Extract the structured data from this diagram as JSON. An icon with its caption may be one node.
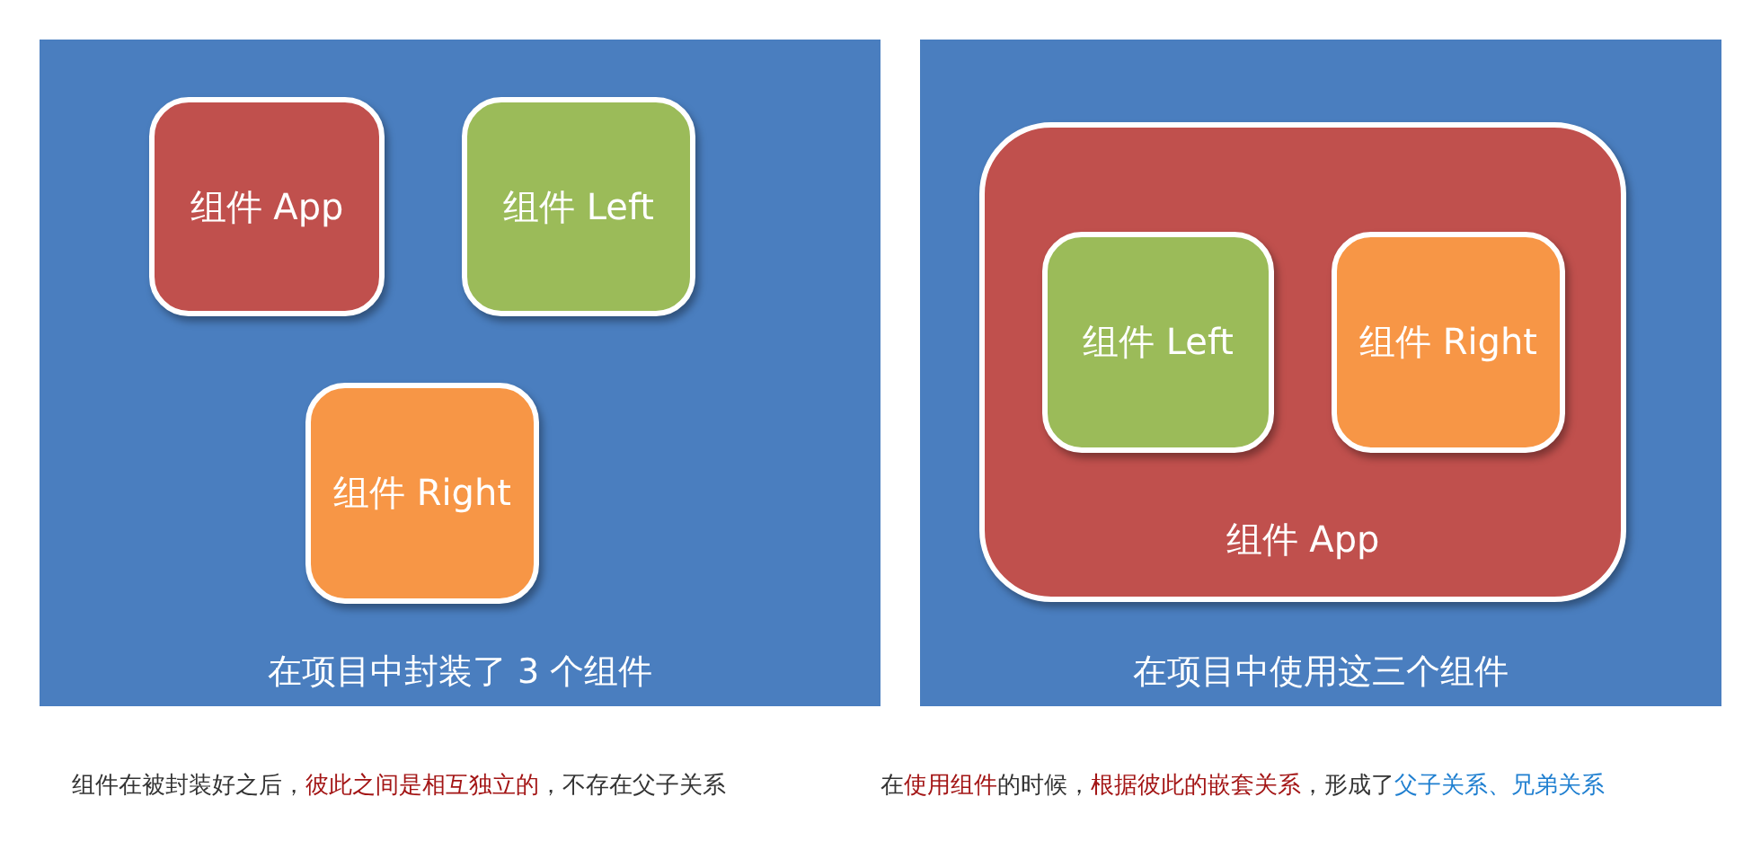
{
  "diagram": {
    "nodes": [
      {
        "text": [
          "在项目中封装了 3 个组件"
        ]
      },
      {
        "text": [
          "组件 App"
        ],
        "in": 0
      },
      {
        "text": [
          "组件 Left"
        ],
        "in": 0
      },
      {
        "text": [
          "组件 Right"
        ],
        "in": 0
      },
      {
        "text": [
          "在项目中使用这三个组件"
        ]
      },
      {
        "text": [
          "组件 App"
        ],
        "in": 4
      },
      {
        "text": [
          "组件 Left"
        ],
        "in": 5
      },
      {
        "text": [
          "组件 Right"
        ],
        "in": 5
      }
    ],
    "labels": [
      "组件在被封装好之后，**彼此之间是相互独立的**，不存在父子关系",
      "在**使用组件**的时候，**根据彼此的嵌套关系**，形成了**父子关系、兄弟关系**"
    ]
  }
}
